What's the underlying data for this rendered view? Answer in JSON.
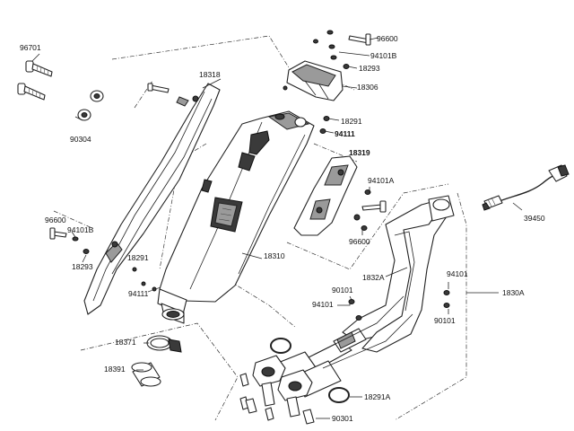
{
  "labels": {
    "p96701": "96701",
    "p90304": "90304",
    "p18318": "18318",
    "p96600_top": "96600",
    "p94101B_top": "94101B",
    "p18293_top": "18293",
    "p18306": "18306",
    "p18291_top": "18291",
    "p94111_top": "94111",
    "p18319": "18319",
    "p94101A": "94101A",
    "p96600_mid": "96600",
    "p39450": "39450",
    "p96600_left": "96600",
    "p94101B_left": "94101B",
    "p18293_left": "18293",
    "p18291_left": "18291",
    "p94111_left": "94111",
    "p18310": "18310",
    "p1832A": "1832A",
    "p94101_right": "94101",
    "p1830A": "1830A",
    "p90101_a": "90101",
    "p94101_mid": "94101",
    "p90101_b": "90101",
    "p18371": "18371",
    "p18391": "18391",
    "p18291A": "18291A",
    "p90301": "90301"
  }
}
